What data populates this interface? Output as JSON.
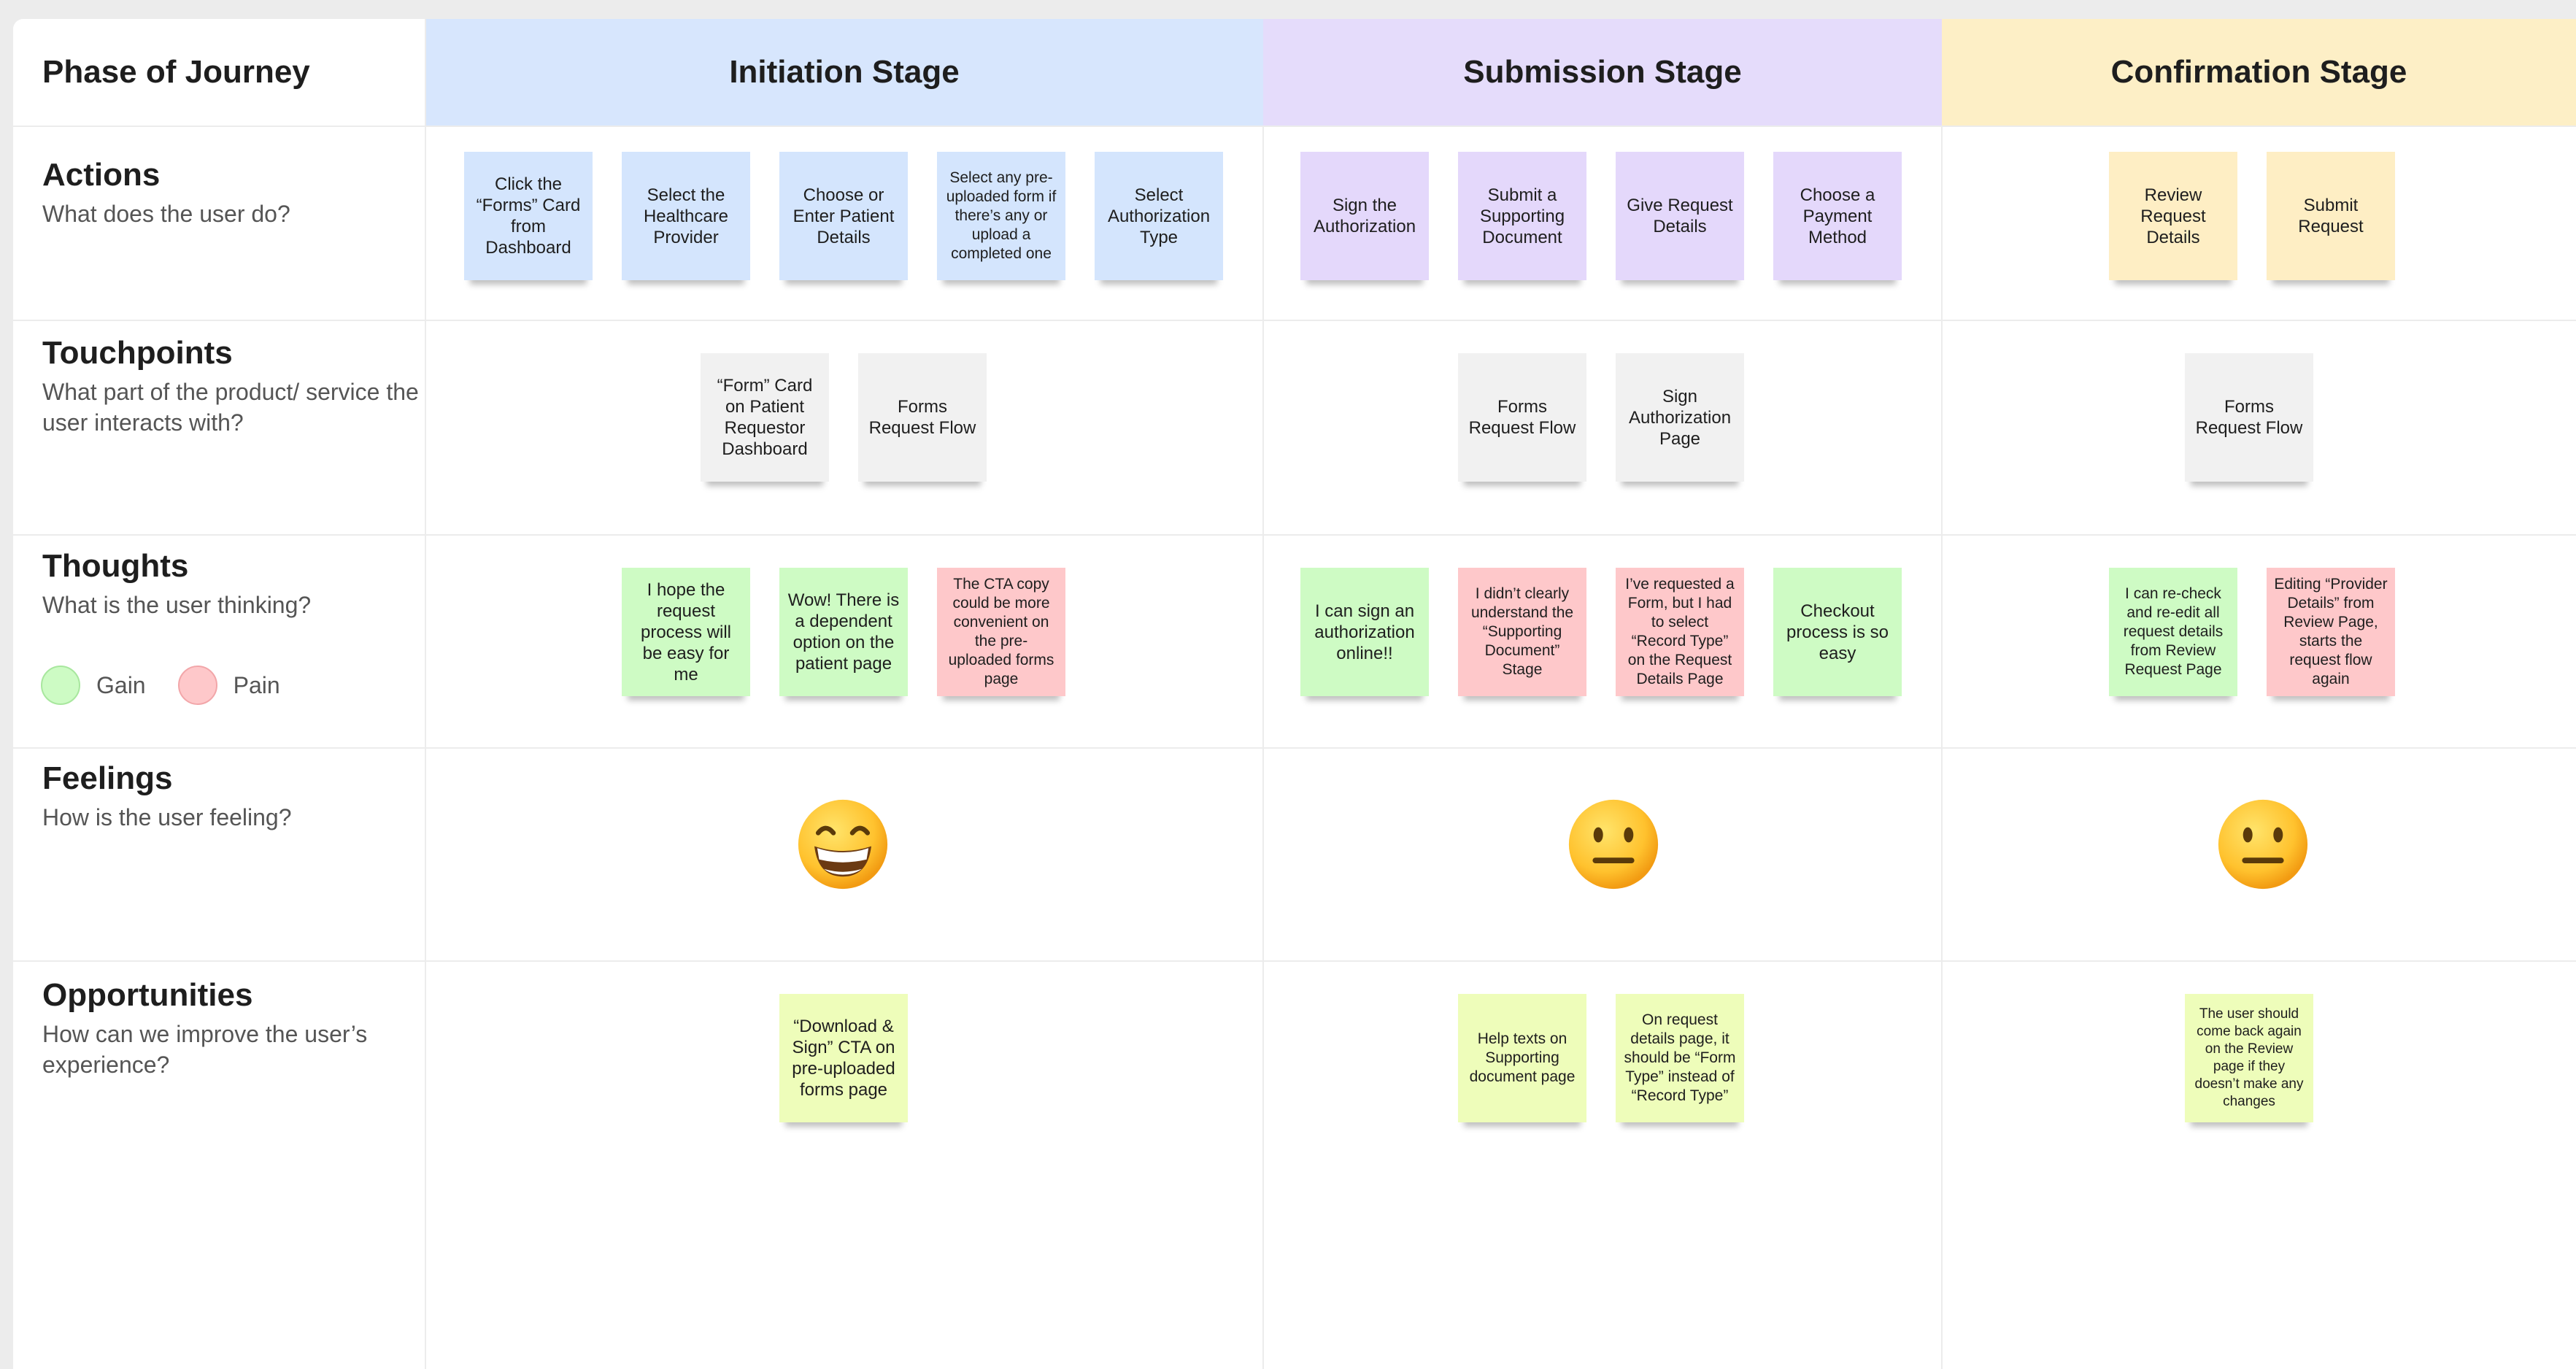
{
  "header": {
    "phase": "Phase of Journey",
    "stages": [
      "Initiation Stage",
      "Submission Stage",
      "Confirmation Stage"
    ]
  },
  "rows": {
    "actions": {
      "title": "Actions",
      "subtitle": "What does the user do?"
    },
    "touchpoints": {
      "title": "Touchpoints",
      "subtitle": "What part of the product/ service the user interacts with?"
    },
    "thoughts": {
      "title": "Thoughts",
      "subtitle": "What is the user thinking?"
    },
    "feelings": {
      "title": "Feelings",
      "subtitle": "How is the user feeling?"
    },
    "opportunities": {
      "title": "Opportunities",
      "subtitle": "How can we improve the user’s experience?"
    }
  },
  "legend": {
    "gain": "Gain",
    "pain": "Pain"
  },
  "colors": {
    "initiation": "#d7e6fd",
    "submission": "#e5dcfb",
    "confirmation": "#fdefc6",
    "gain": "#cefbc4",
    "pain": "#fec8ca",
    "opportunity": "#eefdba",
    "touchpoint": "#f1f1f1"
  },
  "notes": {
    "a1": "Click the “Forms” Card from Dashboard",
    "a2": "Select the Healthcare Provider",
    "a3": "Choose or Enter Patient Details",
    "a4": "Select any pre-uploaded form if there’s any or upload a completed one",
    "a5": "Select Authorization Type",
    "a6": "Sign the Authorization",
    "a7": "Submit a Supporting Document",
    "a8": "Give Request Details",
    "a9": "Choose a Payment Method",
    "a10": "Review Request Details",
    "a11": "Submit Request",
    "t1": "“Form” Card on Patient Requestor Dashboard",
    "t2": "Forms Request Flow",
    "t3": "Forms Request Flow",
    "t4": "Sign Authorization Page",
    "t5": "Forms Request Flow",
    "th1": "I hope the request process will be easy for me",
    "th2": "Wow! There is a dependent option on the patient page",
    "th3": "The CTA copy could be more convenient on the pre-uploaded forms page",
    "th4": "I can sign an authorization online!!",
    "th5": "I didn’t clearly understand the “Supporting Document” Stage",
    "th6": "I’ve requested a Form, but I had to select “Record Type” on the Request Details Page",
    "th7": "Checkout process is so easy",
    "th8": "I can re-check and re-edit all request details from Review Request Page",
    "th9": "Editing “Provider Details” from Review Page, starts the request flow again",
    "o1": "“Download & Sign” CTA on pre-uploaded forms page",
    "o2": "Help texts on Supporting document page",
    "o3": "On request details page, it should be “Form Type” instead of “Record Type”",
    "o4": "The user should come back again on the Review page if they doesn’t make any changes"
  },
  "feelings": {
    "initiation": "grinning-face",
    "submission": "neutral-face",
    "confirmation": "neutral-face"
  }
}
